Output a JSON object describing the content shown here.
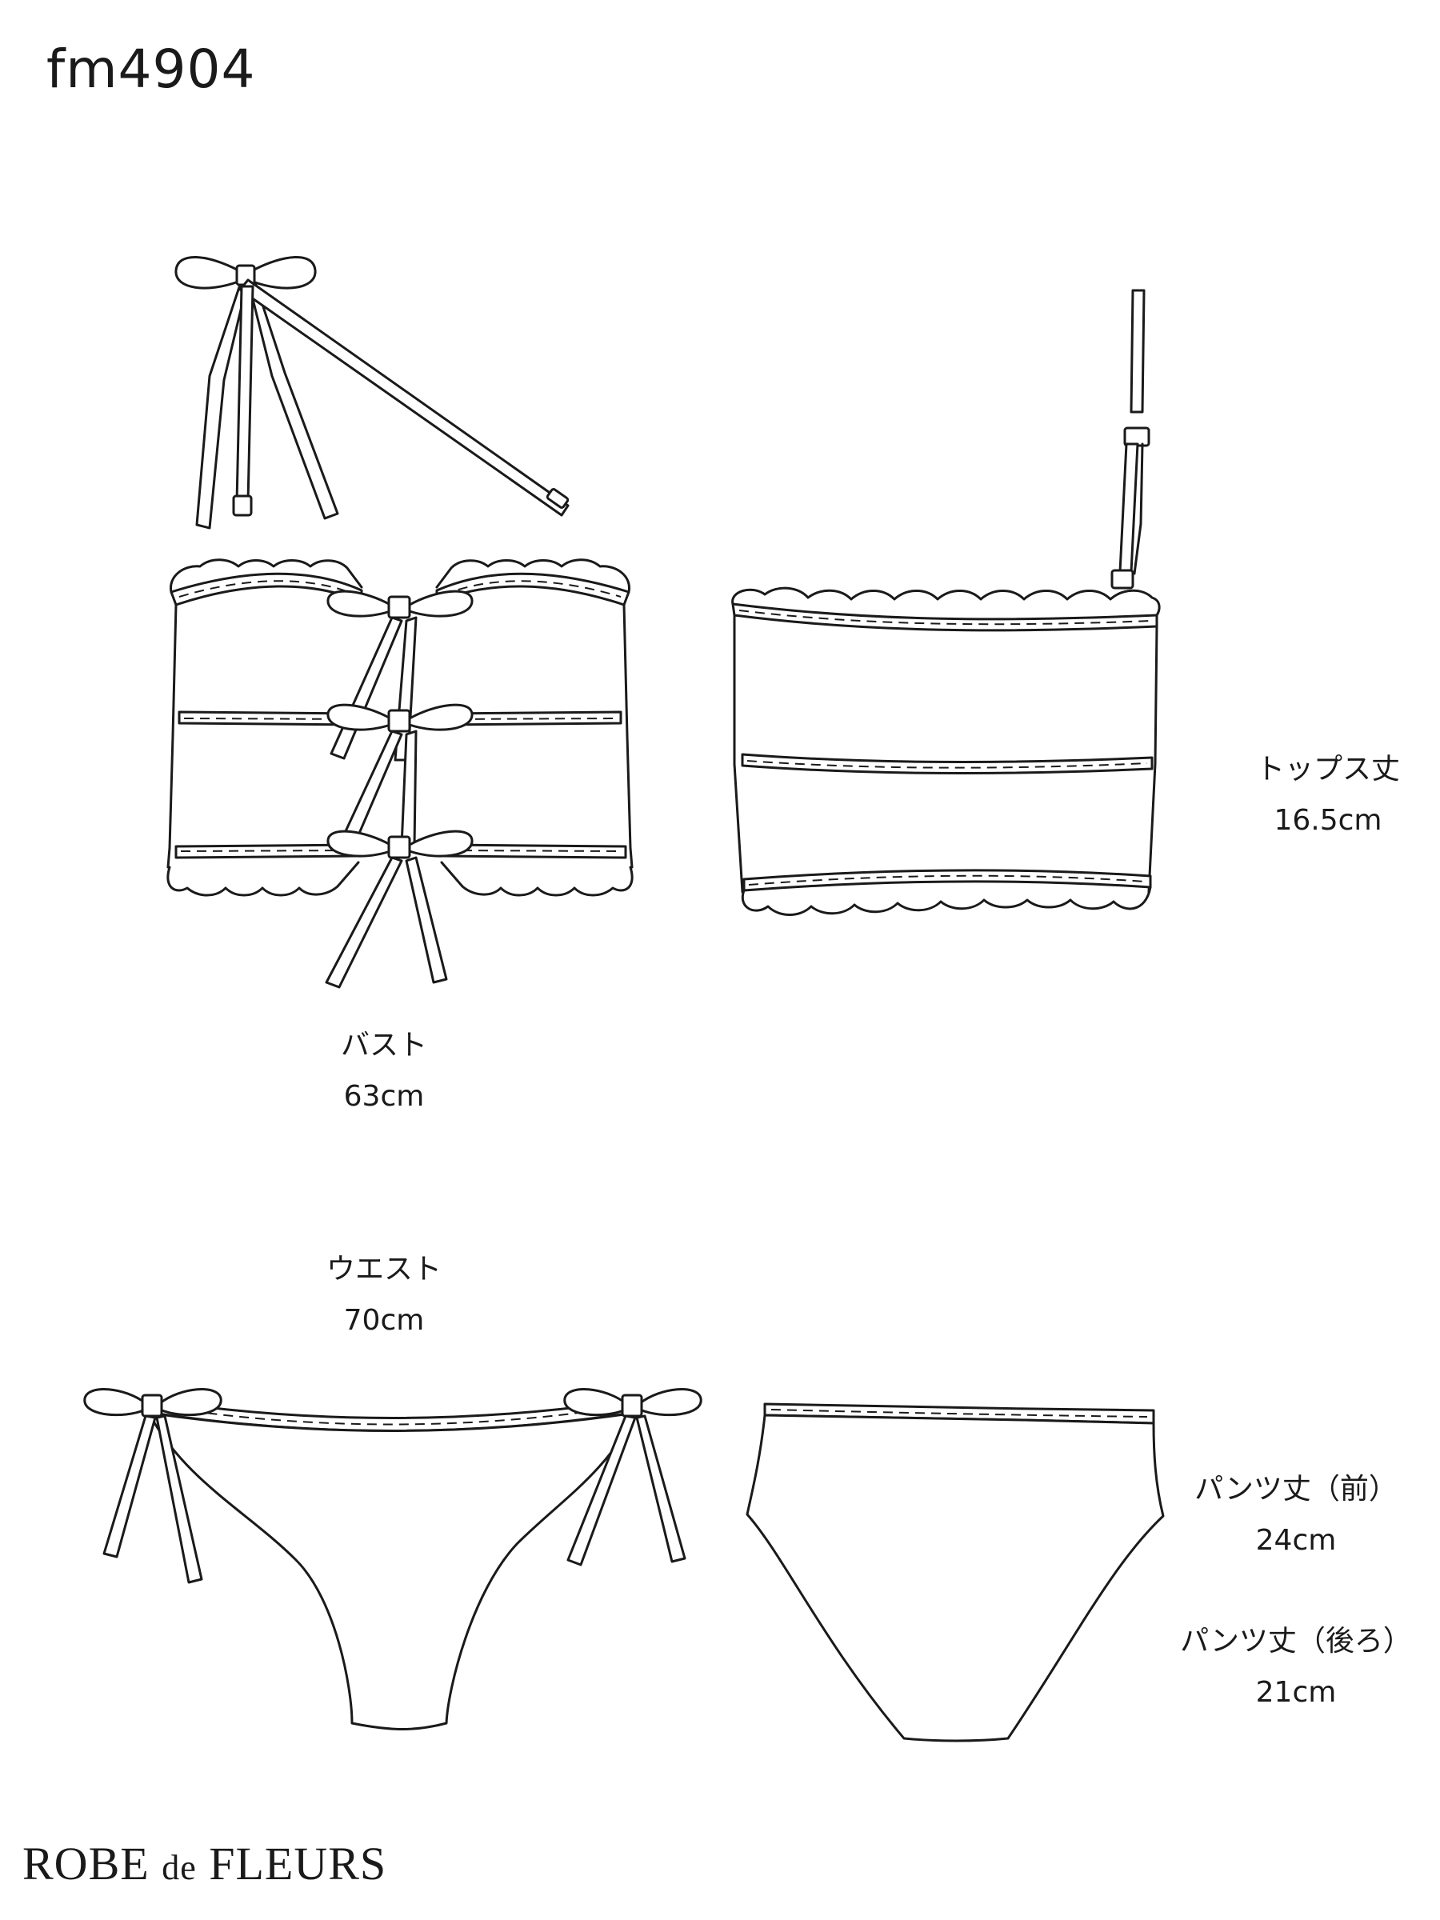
{
  "product_code": "fm4904",
  "measurements": {
    "bust": {
      "label": "バスト",
      "value": "63cm"
    },
    "waist": {
      "label": "ウエスト",
      "value": "70cm"
    },
    "tops_length": {
      "label": "トップス丈",
      "value": "16.5cm"
    },
    "pants_front": {
      "label": "パンツ丈（前）",
      "value": "24cm"
    },
    "pants_back": {
      "label": "パンツ丈（後ろ）",
      "value": "21cm"
    }
  },
  "brand": {
    "main": "ROBE",
    "small": "de",
    "tail": "FLEURS"
  }
}
